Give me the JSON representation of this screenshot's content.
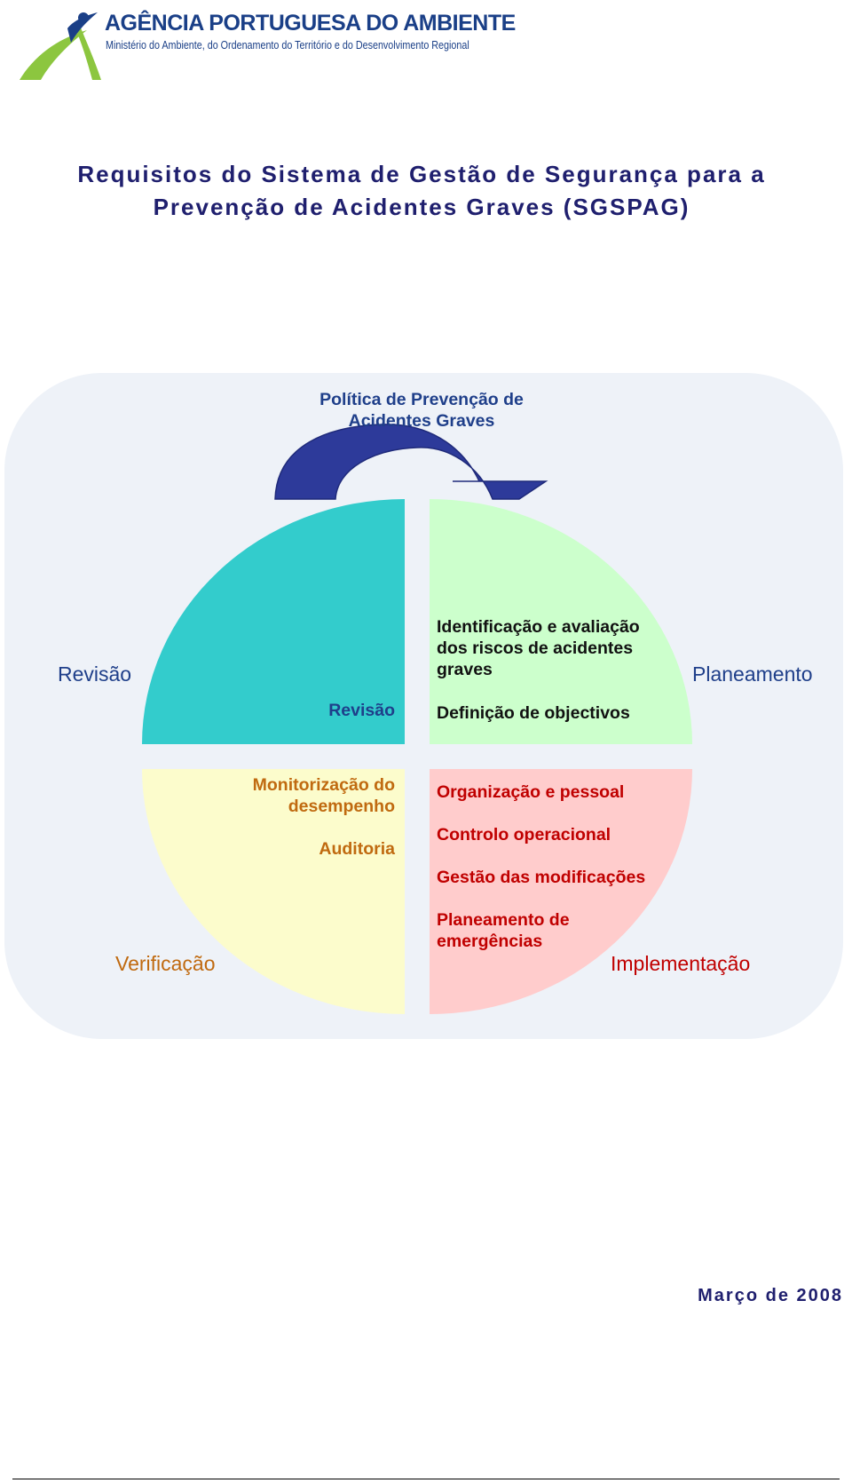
{
  "header": {
    "org_name": "AGÊNCIA PORTUGUESA DO AMBIENTE",
    "ministry": "Ministério do Ambiente, do Ordenamento do Território e do Desenvolvimento Regional",
    "logo_icon": "apa-leaf-logo"
  },
  "title": {
    "line1": "Requisitos do Sistema de Gestão de Segurança para a",
    "line2": "Prevenção de Acidentes Graves (SGSPAG)"
  },
  "diagram": {
    "policy_line1": "Política de Prevenção de",
    "policy_line2": "Acidentes Graves",
    "arrow_icon": "curved-arrow-icon",
    "quadrant_colors": {
      "top_left": "#33cccc",
      "top_right": "#ccffcc",
      "bottom_left": "#fcfccc",
      "bottom_right": "#ffcccc"
    },
    "outer_labels": {
      "revisao": "Revisão",
      "planeamento": "Planeamento",
      "verificacao": "Verificação",
      "implementacao": "Implementação"
    },
    "top_left": {
      "item": "Revisão"
    },
    "top_right": {
      "item1_line1": "Identificação e avaliação",
      "item1_line2": "dos riscos de acidentes",
      "item1_line3": "graves",
      "item2": "Definição de objectivos"
    },
    "bottom_left": {
      "item1_line1": "Monitorização do",
      "item1_line2": "desempenho",
      "item2": "Auditoria"
    },
    "bottom_right": {
      "item1": "Organização e pessoal",
      "item2": "Controlo operacional",
      "item3": "Gestão das modificações",
      "item4_line1": "Planeamento de",
      "item4_line2": "emergências"
    }
  },
  "date": "Março de 2008"
}
